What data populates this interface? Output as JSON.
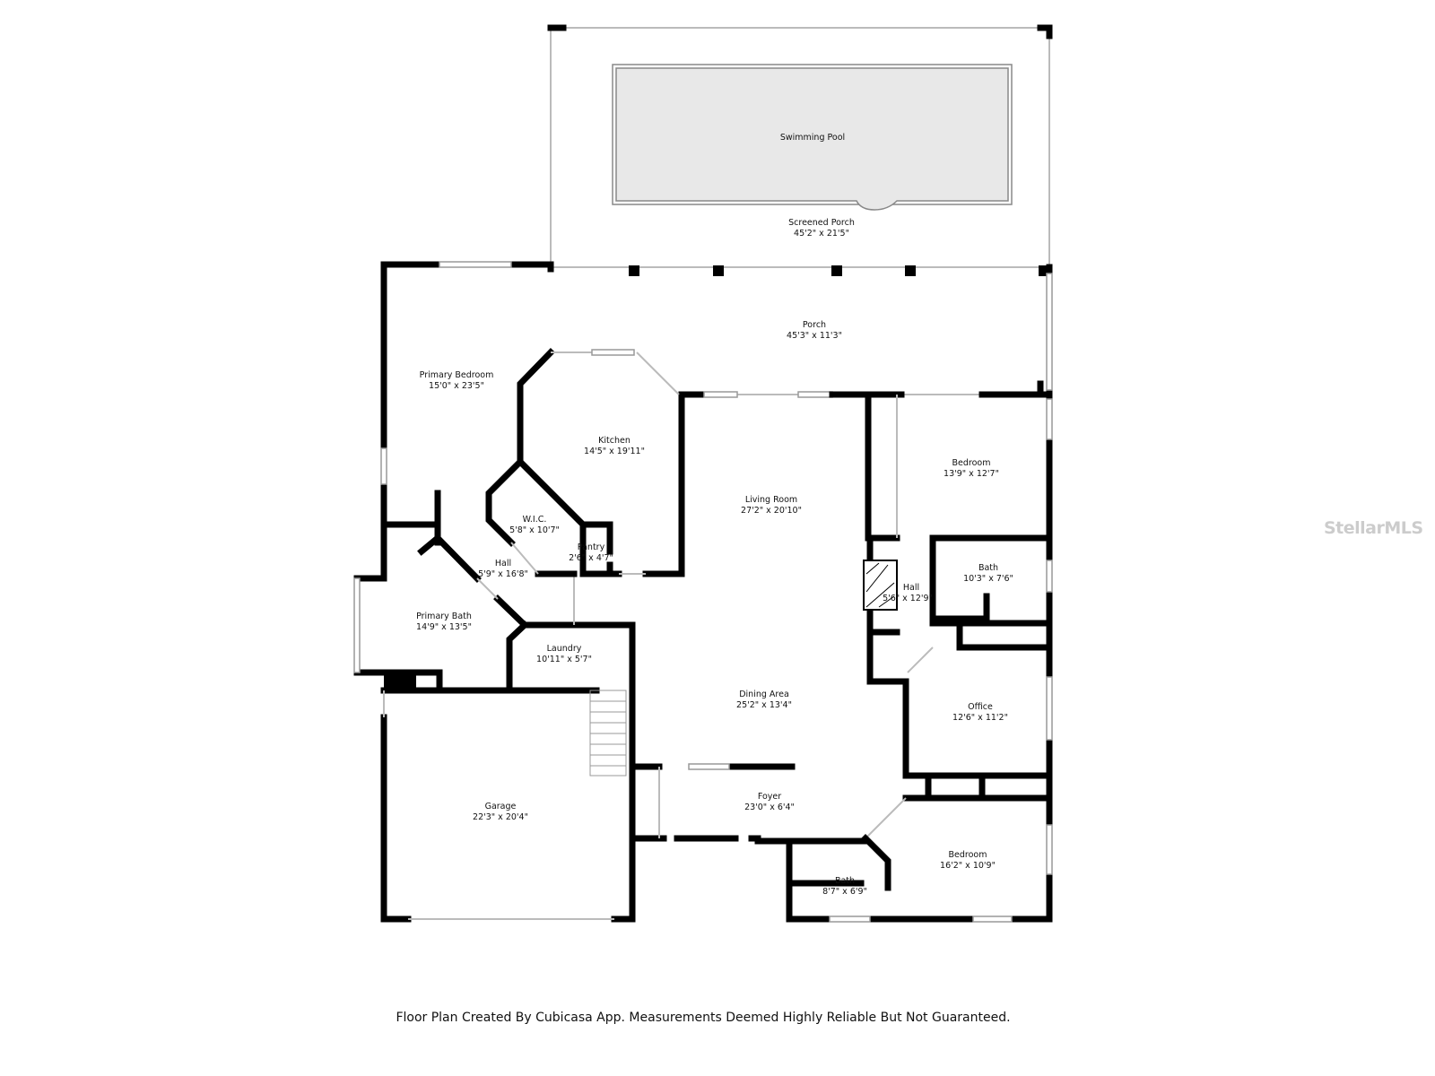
{
  "rooms": {
    "pool": {
      "name": "Swimming Pool"
    },
    "screened_porch": {
      "name": "Screened Porch",
      "dims": "45'2\" x 21'5\""
    },
    "porch": {
      "name": "Porch",
      "dims": "45'3\" x 11'3\""
    },
    "primary_bedroom": {
      "name": "Primary Bedroom",
      "dims": "15'0\" x 23'5\""
    },
    "kitchen": {
      "name": "Kitchen",
      "dims": "14'5\" x 19'11\""
    },
    "wic": {
      "name": "W.I.C.",
      "dims": "5'8\" x 10'7\""
    },
    "pantry": {
      "name": "Pantry",
      "dims": "2'6\" x 4'7\""
    },
    "hall_left": {
      "name": "Hall",
      "dims": "5'9\" x 16'8\""
    },
    "primary_bath": {
      "name": "Primary Bath",
      "dims": "14'9\" x 13'5\""
    },
    "laundry": {
      "name": "Laundry",
      "dims": "10'11\" x 5'7\""
    },
    "living_room": {
      "name": "Living Room",
      "dims": "27'2\" x 20'10\""
    },
    "dining_area": {
      "name": "Dining Area",
      "dims": "25'2\" x 13'4\""
    },
    "foyer": {
      "name": "Foyer",
      "dims": "23'0\" x 6'4\""
    },
    "garage": {
      "name": "Garage",
      "dims": "22'3\" x 20'4\""
    },
    "bedroom_1": {
      "name": "Bedroom",
      "dims": "13'9\" x 12'7\""
    },
    "bath_1": {
      "name": "Bath",
      "dims": "10'3\" x 7'6\""
    },
    "hall_right": {
      "name": "Hall",
      "dims": "5'6\" x 12'9\""
    },
    "office": {
      "name": "Office",
      "dims": "12'6\" x 11'2\""
    },
    "bedroom_2": {
      "name": "Bedroom",
      "dims": "16'2\" x 10'9\""
    },
    "bath_2": {
      "name": "Bath",
      "dims": "8'7\" x 6'9\""
    }
  },
  "footer": "Floor Plan Created By Cubicasa App. Measurements Deemed Highly Reliable But Not Guaranteed.",
  "watermark": "StellarMLS",
  "colors": {
    "wall": "#000000",
    "pool": "#e8e8e8"
  }
}
